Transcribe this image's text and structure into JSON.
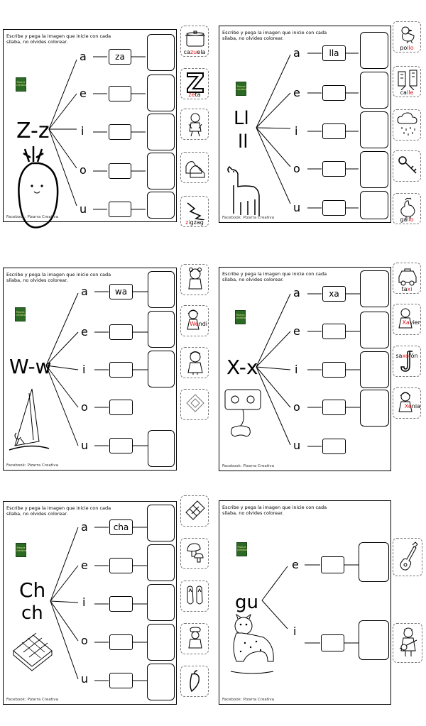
{
  "instruction": "Escribe y pega la imagen que inicie con cada sílaba, no olvides colorear.",
  "footer": "Facebook: Pizarra Creativa",
  "logo_text": "Pizarra creativa",
  "cards": [
    {
      "id": "z",
      "title_line1": "Z-z",
      "title_line2": "",
      "vowels": [
        "a",
        "e",
        "i",
        "o",
        "u"
      ],
      "example": "za",
      "pictures": [
        {
          "icon": "cooking-pot-icon",
          "caption_pre": "ca",
          "caption_red": "zu",
          "caption_post": "ela"
        },
        {
          "icon": "letter-z-icon",
          "caption_pre": "",
          "caption_red": "ze",
          "caption_post": "ta"
        },
        {
          "icon": "zombie-icon",
          "caption_pre": "",
          "caption_red": "",
          "caption_post": ""
        },
        {
          "icon": "shoes-icon",
          "caption_pre": "",
          "caption_red": "",
          "caption_post": ""
        },
        {
          "icon": "zigzag-icon",
          "caption_pre": "",
          "caption_red": "zi",
          "caption_post": "gzag"
        }
      ]
    },
    {
      "id": "ll",
      "title_line1": "Ll",
      "title_line2": "ll",
      "vowels": [
        "a",
        "e",
        "i",
        "o",
        "u"
      ],
      "example": "lla",
      "pictures": [
        {
          "icon": "chick-icon",
          "caption_pre": "po",
          "caption_red": "llo",
          "caption_post": ""
        },
        {
          "icon": "street-icon",
          "caption_pre": "ca",
          "caption_red": "lle",
          "caption_post": ""
        },
        {
          "icon": "rain-cloud-icon",
          "caption_pre": "",
          "caption_red": "",
          "caption_post": ""
        },
        {
          "icon": "key-icon",
          "caption_pre": "",
          "caption_red": "",
          "caption_post": ""
        },
        {
          "icon": "rooster-icon",
          "caption_pre": "ga",
          "caption_red": "llo",
          "caption_post": ""
        }
      ]
    },
    {
      "id": "w",
      "title_line1": "W-w",
      "title_line2": "",
      "vowels": [
        "a",
        "e",
        "i",
        "o",
        "u"
      ],
      "example": "wa",
      "pictures": [
        {
          "icon": "bear-icon",
          "caption_pre": "",
          "caption_red": "",
          "caption_post": ""
        },
        {
          "icon": "girl-icon",
          "caption_pre": "",
          "caption_red": "We",
          "caption_post": "ndi"
        },
        {
          "icon": "boy-icon",
          "caption_pre": "",
          "caption_red": "",
          "caption_post": ""
        },
        {
          "icon": "wifi-card-icon",
          "caption_pre": "",
          "caption_red": "",
          "caption_post": ""
        }
      ]
    },
    {
      "id": "x",
      "title_line1": "X-x",
      "title_line2": "",
      "vowels": [
        "a",
        "e",
        "i",
        "o",
        "u"
      ],
      "example": "xa",
      "pictures": [
        {
          "icon": "taxi-icon",
          "caption_pre": "ta",
          "caption_red": "xi",
          "caption_post": ""
        },
        {
          "icon": "boy-xavier-icon",
          "caption_pre": "",
          "caption_red": "Xa",
          "caption_post": "vier"
        },
        {
          "icon": "saxophone-icon",
          "caption_pre": "sa",
          "caption_red": "xo",
          "caption_post": "fón"
        },
        {
          "icon": "girl-xenia-icon",
          "caption_pre": "",
          "caption_red": "Xe",
          "caption_post": "nia"
        }
      ]
    },
    {
      "id": "ch",
      "title_line1": "Ch",
      "title_line2": "ch",
      "vowels": [
        "a",
        "e",
        "i",
        "o",
        "u"
      ],
      "example": "cha",
      "pictures": [
        {
          "icon": "chocolate-bar-icon",
          "caption_pre": "",
          "caption_red": "",
          "caption_post": ""
        },
        {
          "icon": "mushrooms-icon",
          "caption_pre": "",
          "caption_red": "",
          "caption_post": ""
        },
        {
          "icon": "flip-flops-icon",
          "caption_pre": "",
          "caption_red": "",
          "caption_post": ""
        },
        {
          "icon": "chef-icon",
          "caption_pre": "",
          "caption_red": "",
          "caption_post": ""
        },
        {
          "icon": "chili-pepper-icon",
          "caption_pre": "",
          "caption_red": "",
          "caption_post": ""
        }
      ]
    },
    {
      "id": "gu",
      "title_line1": "gu",
      "title_line2": "",
      "vowels": [
        "e",
        "i"
      ],
      "example": "",
      "pictures": [
        {
          "icon": "guitar-icon",
          "caption_pre": "",
          "caption_red": "",
          "caption_post": ""
        },
        {
          "icon": "guitarist-icon",
          "caption_pre": "",
          "caption_red": "",
          "caption_post": ""
        }
      ]
    }
  ]
}
